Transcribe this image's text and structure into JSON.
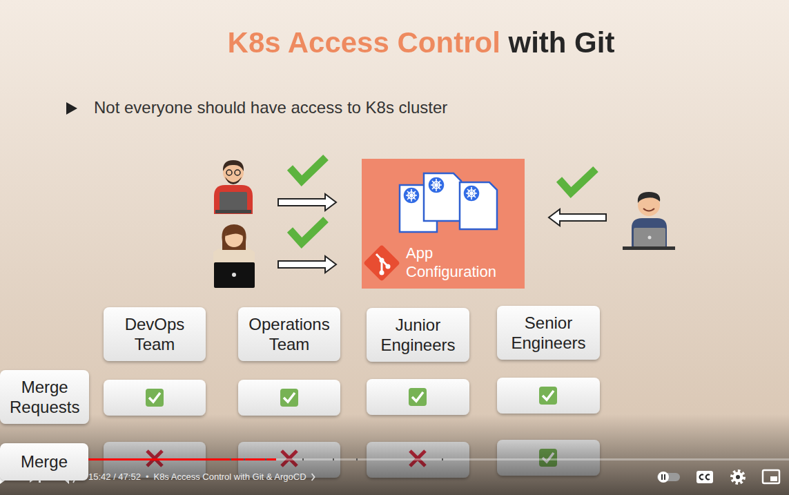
{
  "diagram": {
    "title": "K8s Access Control with Git",
    "nodes": [
      {
        "text": [
          "App Configuration"
        ]
      },
      {
        "text": [
          "DevOps Team"
        ]
      },
      {
        "text": [
          "Operations Team"
        ]
      },
      {
        "text": [
          "Junior Engineers"
        ]
      },
      {
        "text": [
          "Senior Engineers"
        ]
      },
      {
        "text": [
          "Merge Requests"
        ]
      },
      {
        "text": [
          "Merge"
        ]
      }
    ],
    "labels": [
      "Not everyone should have access to K8s cluster",
      "15:42 / 47:52",
      "•",
      "K8s Access Control with Git & ArgoCD"
    ]
  }
}
